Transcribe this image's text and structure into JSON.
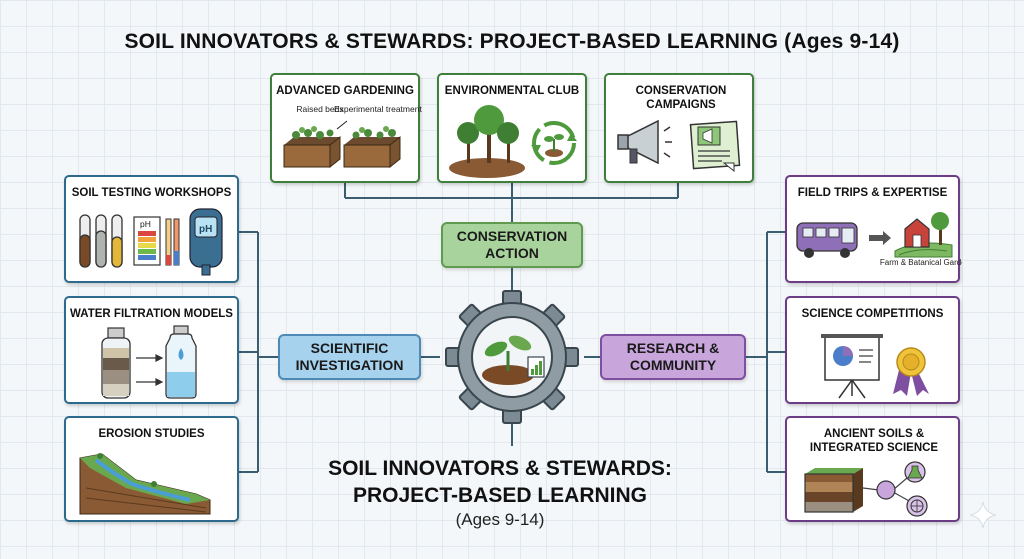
{
  "title": "SOIL INNOVATORS & STEWARDS: PROJECT-BASED LEARNING (Ages 9-14)",
  "hubs": {
    "conservation": "CONSERVATION ACTION",
    "scientific": "SCIENTIFIC INVESTIGATION",
    "research": "RESEARCH & COMMUNITY"
  },
  "top_cards": {
    "gardening": {
      "label": "ADVANCED GARDENING",
      "note_raised": "Raised beds",
      "note_experimental": "Experimental treatments"
    },
    "club": {
      "label": "ENVIRONMENTAL CLUB"
    },
    "campaigns": {
      "label": "CONSERVATION CAMPAIGNS"
    }
  },
  "left_cards": {
    "soil_testing": {
      "label": "SOIL TESTING WORKSHOPS",
      "ph": "pH"
    },
    "water": {
      "label": "WATER FILTRATION MODELS"
    },
    "erosion": {
      "label": "EROSION STUDIES"
    }
  },
  "right_cards": {
    "field_trips": {
      "label": "FIELD TRIPS & EXPERTISE",
      "note": "Farm & Batanical Garden"
    },
    "competitions": {
      "label": "SCIENCE COMPETITIONS"
    },
    "ancient": {
      "label": "ANCIENT SOILS & INTEGRATED SCIENCE"
    }
  },
  "center": {
    "title": "SOIL INNOVATORS & STEWARDS: PROJECT-BASED LEARNING",
    "subtitle": "(Ages 9-14)"
  },
  "colors": {
    "green_border": "#3e7f3b",
    "blue_border": "#2d6a8e",
    "purple_border": "#6c3c86",
    "green_hub": "#a9d39c",
    "blue_hub": "#a6d2ee",
    "purple_hub": "#c8a6dc",
    "connector": "#3a5d70"
  }
}
